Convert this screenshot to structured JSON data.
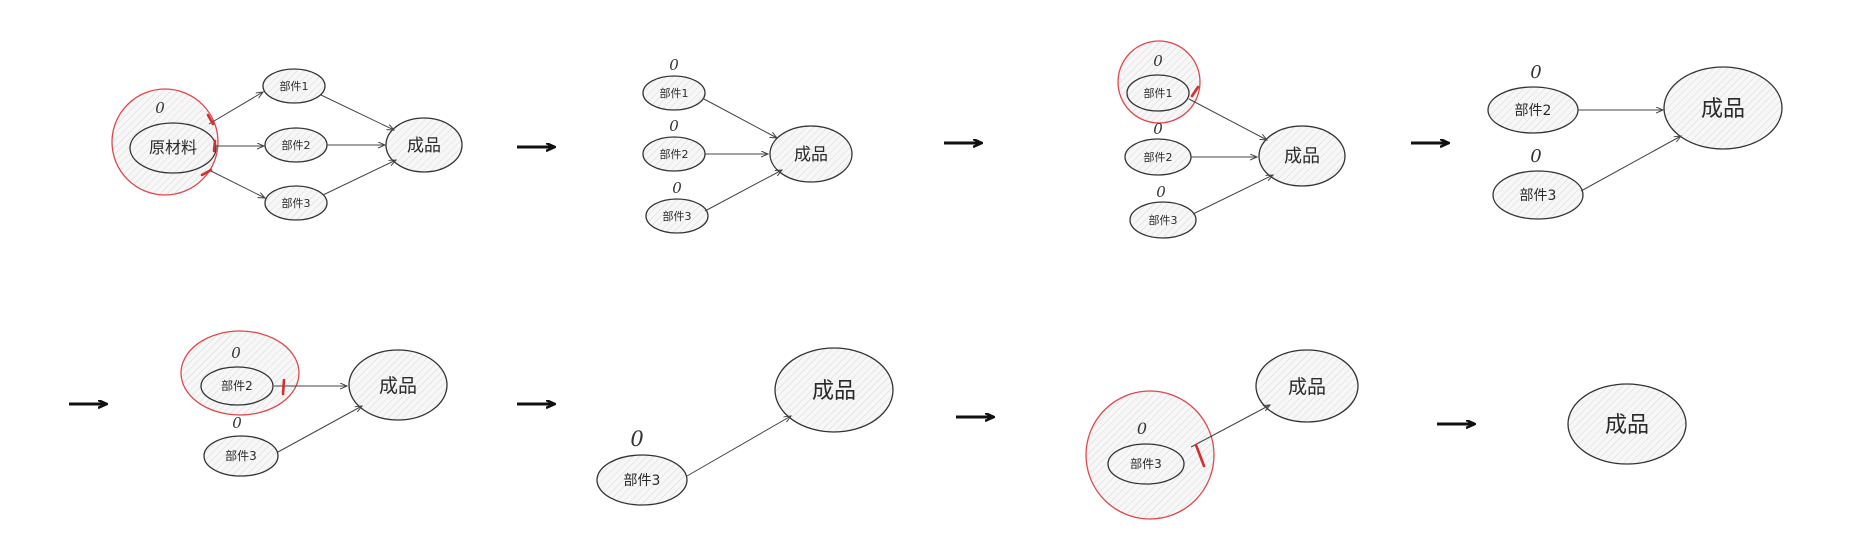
{
  "labels": {
    "raw": "原材料",
    "p1": "部件1",
    "p2": "部件2",
    "p3": "部件3",
    "product": "成品",
    "indegree": "0"
  },
  "colors": {
    "stroke": "#333333",
    "highlight": "#e0474c",
    "cut": "#d32f2f",
    "hatch": "#d8d8d8"
  }
}
